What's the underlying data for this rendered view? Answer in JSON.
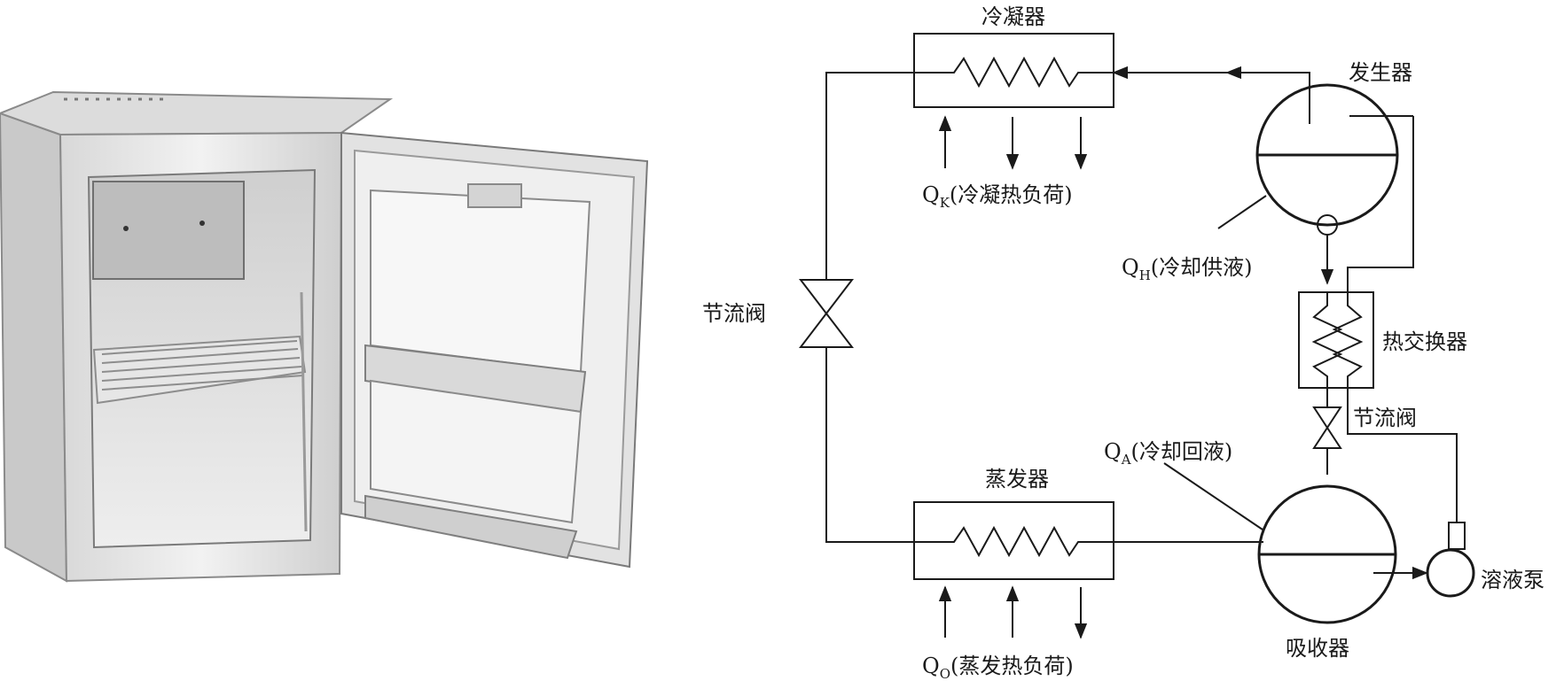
{
  "labels": {
    "condenser": "冷凝器",
    "generator": "发生器",
    "throttle_left": "节流阀",
    "heat_exchanger": "热交换器",
    "throttle_right": "节流阀",
    "evaporator": "蒸发器",
    "absorber": "吸收器",
    "pump": "溶液泵"
  },
  "loads": {
    "qk": {
      "q": "Q",
      "sub": "K",
      "text": "(冷凝热负荷)"
    },
    "qh": {
      "q": "Q",
      "sub": "H",
      "text": "(冷却供液)"
    },
    "qa": {
      "q": "Q",
      "sub": "A",
      "text": "(冷却回液)"
    },
    "qo": {
      "q": "Q",
      "sub": "O",
      "text": "(蒸发热负荷)"
    }
  },
  "photo": {
    "subject": "absorption-refrigerator-open-door"
  }
}
